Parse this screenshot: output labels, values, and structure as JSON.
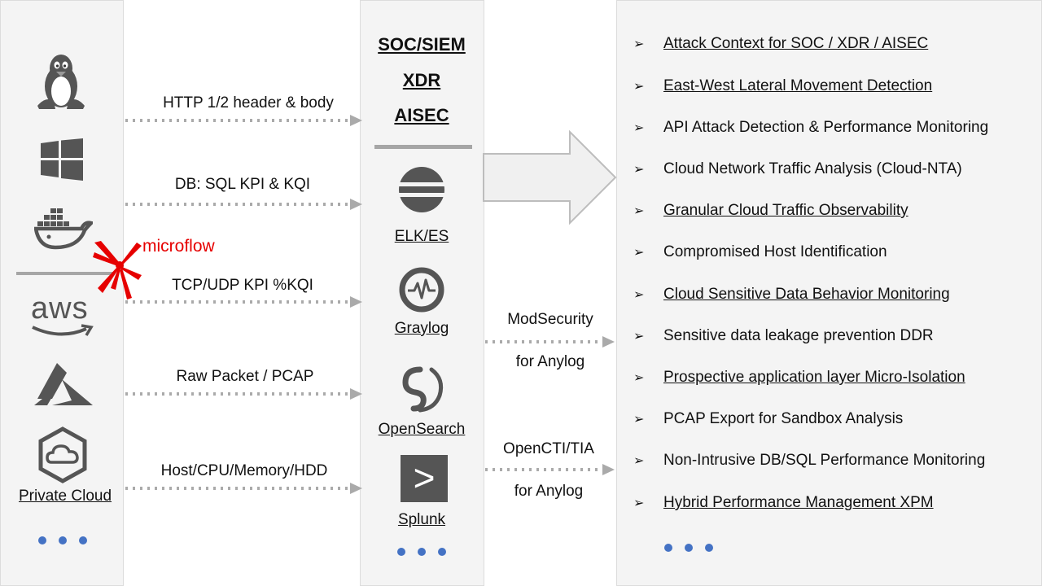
{
  "colors": {
    "panel_bg": "#f4f4f4",
    "icon_gray": "#555555",
    "dot_blue": "#4472c4",
    "microflow_red": "#e60000",
    "arrow_gray": "#b0b0b0"
  },
  "sources": {
    "icons": [
      "linux-penguin-icon",
      "windows-icon",
      "docker-icon",
      "aws-icon",
      "azure-icon",
      "private-cloud-icon"
    ],
    "aws_text": "aws",
    "private_cloud_label": "Private Cloud",
    "microflow_label": "microflow"
  },
  "data_flows": [
    "HTTP  1/2 header & body",
    "DB: SQL KPI & KQI",
    "TCP/UDP  KPI %KQI",
    "Raw Packet / PCAP",
    "Host/CPU/Memory/HDD"
  ],
  "platforms": {
    "headers": [
      "SOC/SIEM",
      "XDR",
      "AISEC"
    ],
    "items": [
      "ELK/ES",
      "Graylog",
      "OpenSearch",
      "Splunk"
    ],
    "splunk_glyph": ">"
  },
  "anylog": {
    "modsecurity": "ModSecurity",
    "modsecurity_sub": "for Anylog",
    "opencti": "OpenCTI/TIA",
    "opencti_sub": "for Anylog"
  },
  "features": [
    "Attack Context for SOC / XDR / AISEC",
    "East-West Lateral Movement  Detection",
    "API Attack Detection & Performance Monitoring",
    "Cloud Network Traffic Analysis (Cloud-NTA)",
    "Granular  Cloud Traffic Observability",
    "Compromised  Host Identification",
    "Cloud  Sensitive Data Behavior Monitoring",
    "Sensitive data leakage prevention DDR",
    "Prospective application layer Micro-Isolation",
    "PCAP Export for Sandbox Analysis",
    "Non-Intrusive DB/SQL Performance Monitoring",
    "Hybrid Performance Management  XPM"
  ],
  "feature_bullet": "➢"
}
